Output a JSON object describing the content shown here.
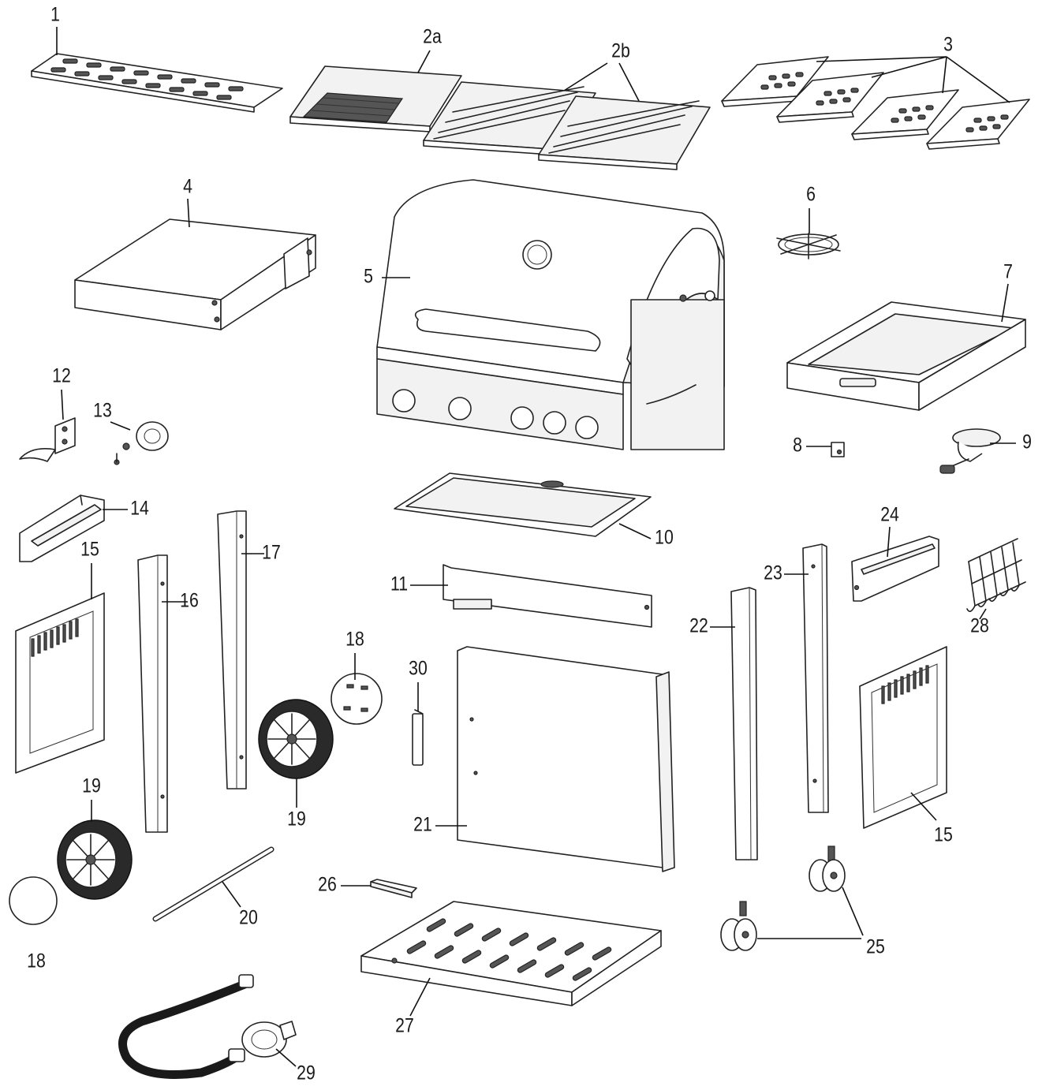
{
  "diagram": {
    "labels": {
      "p1": "1",
      "p2a": "2a",
      "p2b": "2b",
      "p3": "3",
      "p4": "4",
      "p5": "5",
      "p6": "6",
      "p7": "7",
      "p8": "8",
      "p9": "9",
      "p10": "10",
      "p11": "11",
      "p12": "12",
      "p13": "13",
      "p14": "14",
      "p15a": "15",
      "p15b": "15",
      "p16": "16",
      "p17": "17",
      "p18a": "18",
      "p18b": "18",
      "p19a": "19",
      "p19b": "19",
      "p20": "20",
      "p21": "21",
      "p22": "22",
      "p23": "23",
      "p24": "24",
      "p25": "25",
      "p26": "26",
      "p27": "27",
      "p28": "28",
      "p29": "29",
      "p30": "30"
    },
    "colors": {
      "ink": "#222222",
      "background": "#ffffff",
      "tire": "#2a2a2a"
    }
  }
}
